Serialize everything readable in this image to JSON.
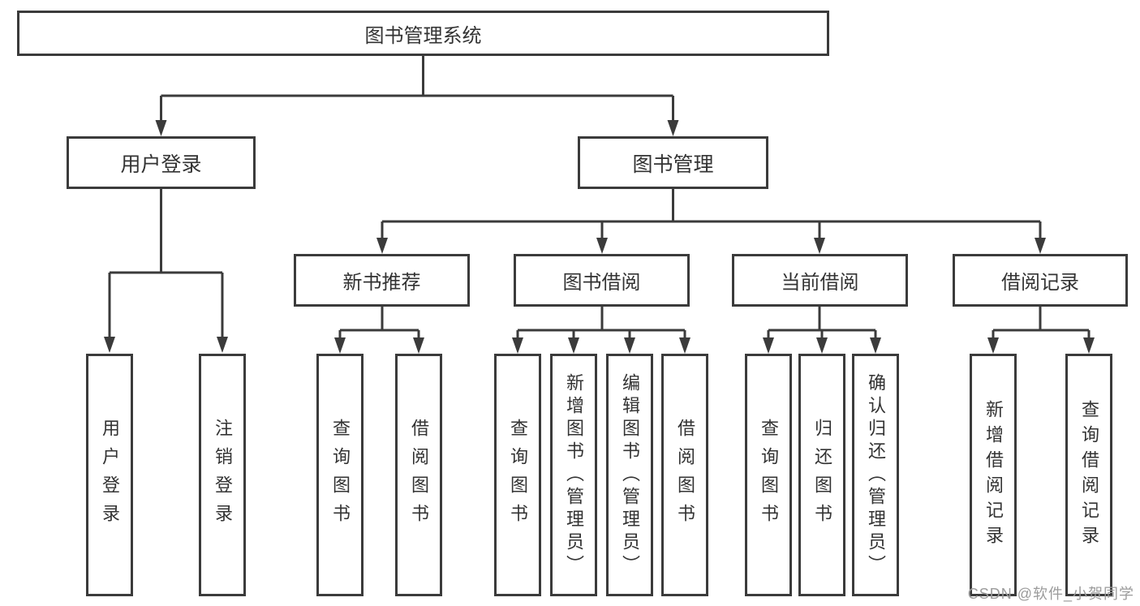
{
  "colors": {
    "line": "#3b3b3b",
    "text": "#333333",
    "box_background": "#ffffff",
    "watermark": "#9b9b9b"
  },
  "tree": {
    "root": {
      "label": "图书管理系统"
    },
    "level2": [
      {
        "label": "用户登录"
      },
      {
        "label": "图书管理"
      }
    ],
    "level3": [
      {
        "label": "新书推荐"
      },
      {
        "label": "图书借阅"
      },
      {
        "label": "当前借阅"
      },
      {
        "label": "借阅记录"
      }
    ],
    "leaves": {
      "user_login": [
        {
          "label": "用户登录"
        },
        {
          "label": "注销登录"
        }
      ],
      "new_book_recommend": [
        {
          "label": "查询图书"
        },
        {
          "label": "借阅图书"
        }
      ],
      "book_borrow": [
        {
          "label": "查询图书"
        },
        {
          "label": "新增图书（管理员）"
        },
        {
          "label": "编辑图书（管理员）"
        },
        {
          "label": "借阅图书"
        }
      ],
      "current_borrow": [
        {
          "label": "查询图书"
        },
        {
          "label": "归还图书"
        },
        {
          "label": "确认归还（管理员）"
        }
      ],
      "borrow_record": [
        {
          "label": "新增借阅记录"
        },
        {
          "label": "查询借阅记录"
        }
      ]
    }
  },
  "watermark": {
    "text": "CSDN @软件_小贺同学"
  }
}
